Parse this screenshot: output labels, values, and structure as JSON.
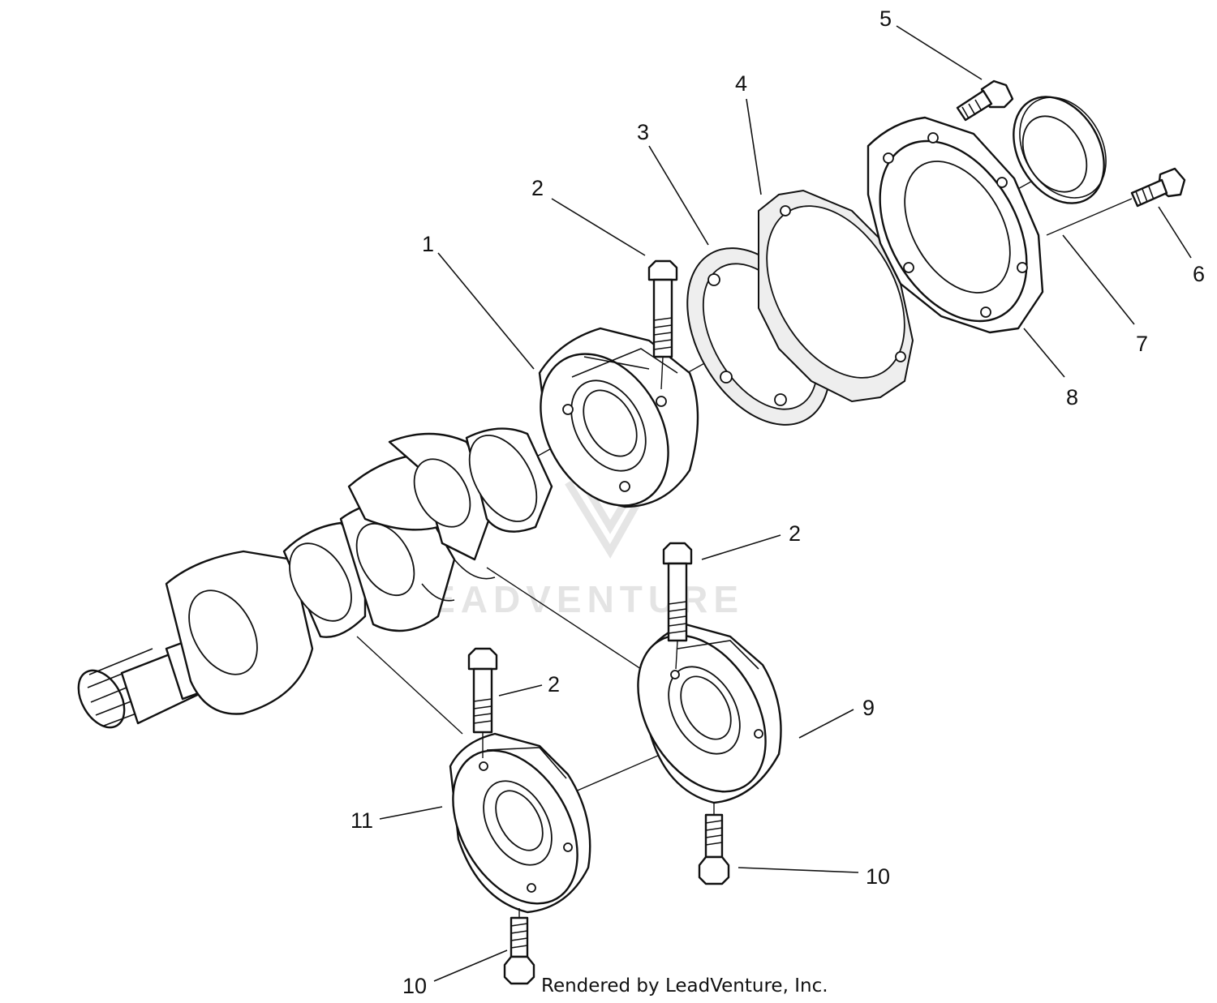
{
  "diagram": {
    "callouts": [
      {
        "id": "c1",
        "label": "1"
      },
      {
        "id": "c2a",
        "label": "2"
      },
      {
        "id": "c3",
        "label": "3"
      },
      {
        "id": "c4",
        "label": "4"
      },
      {
        "id": "c5",
        "label": "5"
      },
      {
        "id": "c6",
        "label": "6"
      },
      {
        "id": "c7",
        "label": "7"
      },
      {
        "id": "c8",
        "label": "8"
      },
      {
        "id": "c2b",
        "label": "2"
      },
      {
        "id": "c9",
        "label": "9"
      },
      {
        "id": "c2c",
        "label": "2"
      },
      {
        "id": "c11",
        "label": "11"
      },
      {
        "id": "c10a",
        "label": "10"
      },
      {
        "id": "c10b",
        "label": "10"
      }
    ],
    "credit": "Rendered by LeadVenture, Inc.",
    "watermark": "LEADVENTURE"
  }
}
